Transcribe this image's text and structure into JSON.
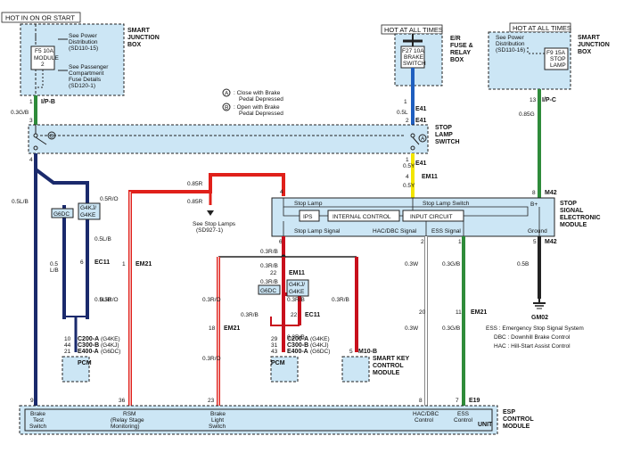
{
  "headers": {
    "hot_run": "HOT IN ON OR START",
    "hot_always_er": "HOT AT ALL TIMES",
    "hot_always_sjb": "HOT AT ALL TIMES"
  },
  "sjb_left": {
    "name_lines": [
      "SMART",
      "JUNCTION",
      "BOX"
    ],
    "see_power": [
      "See Power",
      "Distribution",
      "(SD110-15)"
    ],
    "fuse_label": "F5 10A",
    "fuse_sub": [
      "MODULE",
      "2"
    ],
    "see_fuse": [
      "See Passenger",
      "Compartment",
      "Fuse Details",
      "(SD120-1)"
    ],
    "pin": "1",
    "connector": "I/P-B",
    "wire": "0.3G/B"
  },
  "er_box": {
    "name_lines": [
      "E/R",
      "FUSE &",
      "RELAY",
      "BOX"
    ],
    "fuse_label": "F27 10A",
    "fuse_sub": [
      "BRAKE",
      "SWITCH"
    ],
    "pin": "1",
    "connector": "E41",
    "wire": "0.5L"
  },
  "sjb_right": {
    "name_lines": [
      "SMART",
      "JUNCTION",
      "BOX"
    ],
    "see_power": [
      "See Power",
      "Distribution",
      "(SD110-16)"
    ],
    "fuse_label": "F9 15A",
    "fuse_sub": [
      "STOP",
      "LAMP"
    ],
    "pin": "13",
    "connector": "I/P-C",
    "wire": "0.85G"
  },
  "legend_switch": {
    "a": "A",
    "a_text": ": Close with Brake",
    "a_text2": "Pedal Depressed",
    "b": "B",
    "b_text": ": Open with Brake",
    "b_text2": "Pedal Depressed"
  },
  "stop_switch": {
    "name_lines": [
      "STOP",
      "LAMP",
      "SWITCH"
    ],
    "pin_top_left": "3",
    "pin_top_right": "2",
    "pin_bot_left": "4",
    "pin_bot_right": "1",
    "conn_right": "E41",
    "marker_b": "B",
    "marker_a": "A"
  },
  "wires": {
    "w1_label": "0.5L/B",
    "w_g6dc": "G6DC",
    "w_g4kj": "G4KJ/",
    "w_g4ke": "G4KE",
    "w_05lb_a": "0.5",
    "w_05lb_b": "L/B",
    "w_05lb_c": "0.5L/B",
    "pin_6": "6",
    "ec11_left": "EC11",
    "w_05lb_d": "0.5L/B",
    "w2_label": "0.5R/O",
    "pin_1_em21": "1",
    "em21_left": "EM21",
    "w2_label_b": "0.5R/O",
    "w085r_a": "0.85R",
    "w085r_b": "0.85R",
    "see_stop_1": "See Stop Lamps",
    "see_stop_2": "(SD927-1)",
    "pin_4_top": "4",
    "w05y_a": "0.5Y",
    "pin_4_em11": "4",
    "em11_top": "EM11",
    "w05y_b": "0.5Y"
  },
  "ssm": {
    "name_lines": [
      "STOP",
      "SIGNAL",
      "ELECTRONIC",
      "MODULE"
    ],
    "stop_lamp": "Stop Lamp",
    "stop_lamp_switch": "Stop Lamp Switch",
    "b_plus": "B+",
    "ips": "IPS",
    "internal": "INTERNAL CONTROL",
    "input": "INPUT CIRCUIT",
    "stop_lamp_signal": "Stop Lamp Signal",
    "hac_dbc_signal": "HAC/DBC Signal",
    "ess_signal": "ESS Signal",
    "ground": "Ground",
    "pin_6": "6",
    "pin_2": "2",
    "pin_1": "1",
    "pin_5": "5",
    "pin_8": "8",
    "conn": "M42"
  },
  "mid": {
    "w03rb_a": "0.3R/B",
    "w03rb_b": "0.3R/B",
    "pin_22_em11": "22",
    "em11": "EM11",
    "w03rb_c": "0.3R/B",
    "g6dc": "G6DC",
    "g4kj": "G4KJ/",
    "g4ke": "G4KE",
    "w03rb_d": "0.3R/B",
    "w03rb_e": "0.3R/B",
    "w03rb_f": "0.3R/B",
    "pin_22_ec11": "22",
    "ec11": "EC11",
    "w03rb_g": "0.3R/B",
    "w03ro_a": "0.3R/O",
    "pin_18": "18",
    "em21": "EM21",
    "w03ro_b": "0.3R/O",
    "pcm2_pin1": "29",
    "pcm2_pin2": "31",
    "pcm2_pin3": "43",
    "pcm2_c1": "C200-A",
    "pcm2_c1v": "(G4KE)",
    "pcm2_c2": "C300-B",
    "pcm2_c2v": "(G4KJ)",
    "pcm2_c3": "E400-A",
    "pcm2_c3v": "(G6DC)",
    "pcm2_name": "PCM",
    "w03rb_skm": "0.3R/B",
    "skm_pin": "5",
    "skm_conn": "M10-B",
    "skm_name": [
      "SMART KEY",
      "CONTROL",
      "MODULE"
    ]
  },
  "pcm_left": {
    "pin1": "10",
    "pin2": "44",
    "pin3": "21",
    "c1": "C200-A",
    "c1v": "(G4KE)",
    "c2": "C300-B",
    "c2v": "(G4KJ)",
    "c3": "E400-A",
    "c3v": "(G6DC)",
    "name": "PCM"
  },
  "right_wires": {
    "w03w_a": "0.3W",
    "w03gb_a": "0.3G/B",
    "w05b": "0.5B",
    "m42": "M42",
    "pin_20": "20",
    "pin_11": "11",
    "em21": "EM21",
    "w03w_b": "0.3W",
    "w03gb_b": "0.3G/B",
    "ground": "GM02"
  },
  "legend": {
    "ess": "ESS : Emergency Stop Signal System",
    "dbc": "DBC : Downhill Brake Control",
    "hac": "HAC : Hill-Start Assist Control"
  },
  "esp": {
    "name_lines": [
      "ESP",
      "CONTROL",
      "MODULE"
    ],
    "pin_9": "9",
    "pin_36": "36",
    "pin_23": "23",
    "pin_8": "8",
    "pin_7": "7",
    "conn": "E19",
    "unit": "UNIT",
    "brake_test": [
      "Brake",
      "Test",
      "Switch"
    ],
    "rsm": [
      "RSM",
      "(Relay Stage",
      "Monitoring)"
    ],
    "brake_light": [
      "Brake",
      "Light",
      "Switch"
    ],
    "hac_dbc": [
      "HAC/DBC",
      "Control"
    ],
    "ess_ctrl": [
      "ESS",
      "Control"
    ]
  }
}
